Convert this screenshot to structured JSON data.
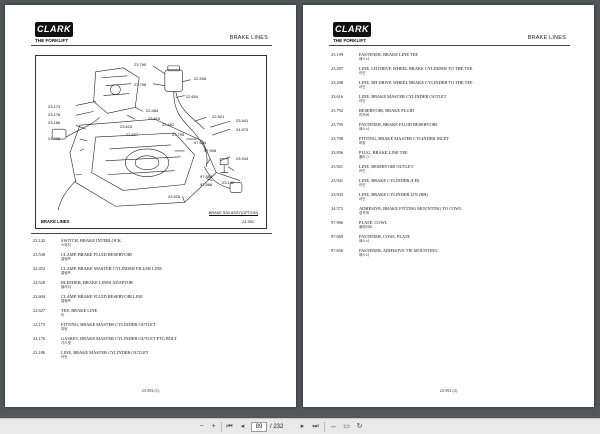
{
  "brand": {
    "logo_text": "CLARK",
    "tagline": "THE FORKLIFT"
  },
  "left_page": {
    "section": "BRAKE LINES",
    "diagram": {
      "caption": "BRAKE LINES",
      "option_note": "BRAKE S/W ASSY(OPTION)",
      "ref": "23-392",
      "callouts": [
        "23.790",
        "22.508",
        "23.798",
        "22.604",
        "22.484",
        "23.616",
        "23.615",
        "23.173",
        "23.176",
        "23.186",
        "22.627",
        "22.452",
        "22.521",
        "23.941",
        "24.573",
        "23.795",
        "97.664",
        "97.906",
        "23.943",
        "23.208",
        "23.142",
        "97.869",
        "97.866",
        "23.526"
      ]
    },
    "parts": [
      {
        "num": "23.142",
        "desc": "SWITCH, BRAKE INTERLOCK",
        "ko": "스위치"
      },
      {
        "num": "23.538",
        "desc": "CLAMP, BRAKE FLUID RESERVOIR",
        "ko": "클램프"
      },
      {
        "num": "22.452",
        "desc": "CLAMP, BRAKE MASTER CYLINDER FILLER LINE",
        "ko": "클램프"
      },
      {
        "num": "22.528",
        "desc": "BLEEDER, BRAKE LINES ADAPTOR",
        "ko": "블리더"
      },
      {
        "num": "22.604",
        "desc": "CLAMP, BRAKE FLUID RESERVOIR LINE",
        "ko": "클램프"
      },
      {
        "num": "22.627",
        "desc": "TEE, BRAKE LINE",
        "ko": "티"
      },
      {
        "num": "23.173",
        "desc": "FITTING, BRAKE MASTER CYLINDER OUTLET",
        "ko": "피팅"
      },
      {
        "num": "23.176",
        "desc": "GASKET, BRAKE MASTER CYLINDER OUTLET FTG BOLT",
        "ko": "가스켓"
      },
      {
        "num": "23.186",
        "desc": "LINE, BRAKE MASTER CYLINDER OUTLET",
        "ko": "라인"
      }
    ],
    "footer": "23-392 (1)"
  },
  "right_page": {
    "section": "BRAKE LINES",
    "parts": [
      {
        "num": "23.199",
        "desc": "FASTENER, BRAKE LINE TEE",
        "ko": "패스너"
      },
      {
        "num": "23.207",
        "desc": "LINE, LH DRIVE WHEEL BRAKE CYLINDER TO THE TEE",
        "ko": "라인"
      },
      {
        "num": "23.208",
        "desc": "LINE, RH DRIVE WHEEL BRAKE CYLINDER TO THE TEE",
        "ko": "라인"
      },
      {
        "num": "23.616",
        "desc": "LINE, BRAKE MASTER CYLINDER OUTLET",
        "ko": "라인"
      },
      {
        "num": "23.792",
        "desc": "RESERVOIR, BRAKE FLUID",
        "ko": "리저버"
      },
      {
        "num": "23.795",
        "desc": "FASTENER, BRAKE FLUID RESERVOIR",
        "ko": "패스너"
      },
      {
        "num": "23.798",
        "desc": "FITTING, BRAKE MASTER CYLINDER INLET",
        "ko": "피팅"
      },
      {
        "num": "23.856",
        "desc": "PLUG, BRAKE LINE TEE",
        "ko": "플러그"
      },
      {
        "num": "23.921",
        "desc": "LINE, RESERVOIR OUTLET",
        "ko": "라인"
      },
      {
        "num": "23.941",
        "desc": "LINE, BRAKE CYLINDER (LH)",
        "ko": "라인"
      },
      {
        "num": "23.943",
        "desc": "LINE, BRAKE CYLINDER LIN (RH)",
        "ko": "라인"
      },
      {
        "num": "24.573",
        "desc": "ADHESIVE, BRAKE FITTING MOUNTING TO COWL",
        "ko": "접착제"
      },
      {
        "num": "97.906",
        "desc": "PLATE, COWL",
        "ko": "플레이트"
      },
      {
        "num": "97.669",
        "desc": "FASTENER, COWL PLATE",
        "ko": "패스너"
      },
      {
        "num": "97.656",
        "desc": "FASTENER, ADHESIVE TIE MOUNTING",
        "ko": "패스너"
      }
    ],
    "footer": "23-392 (2)"
  },
  "toolbar": {
    "current_page": "89",
    "total_pages": "/ 232",
    "icons": [
      "zoom-out",
      "zoom-in",
      "first-page",
      "previous-page",
      "next-page",
      "last-page",
      "fit-width",
      "fit-page",
      "rotate"
    ]
  }
}
